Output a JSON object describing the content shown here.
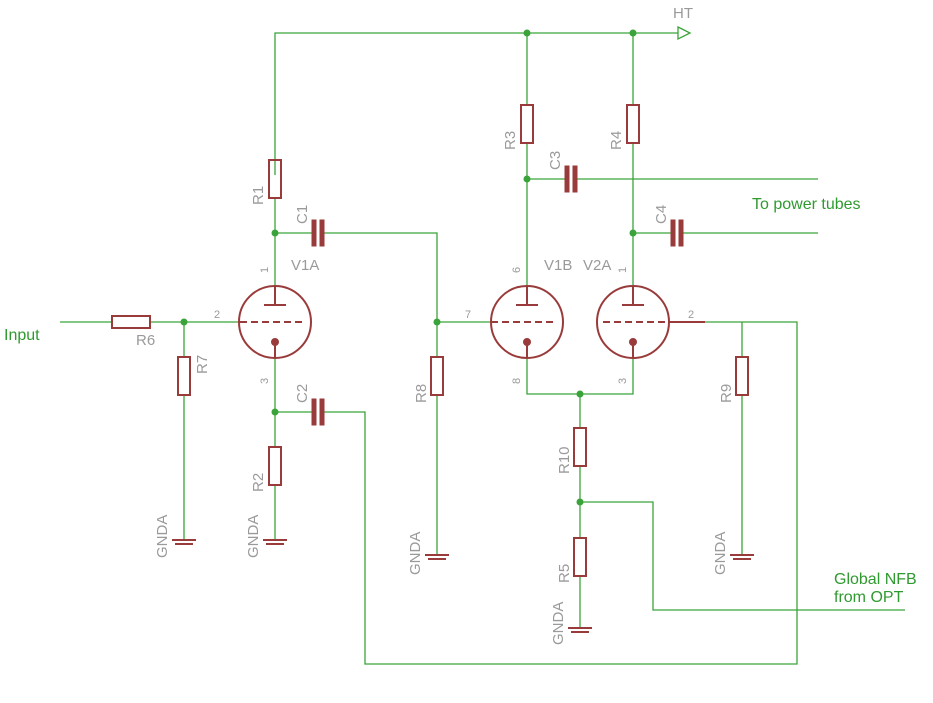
{
  "labels": {
    "ht": "HT",
    "input": "Input",
    "to_power_tubes": "To power tubes",
    "global_nfb_line1": "Global NFB",
    "global_nfb_line2": "from OPT",
    "r1": "R1",
    "r2": "R2",
    "r3": "R3",
    "r4": "R4",
    "r5": "R5",
    "r6": "R6",
    "r7": "R7",
    "r8": "R8",
    "r9": "R9",
    "r10": "R10",
    "c1": "C1",
    "c2": "C2",
    "c3": "C3",
    "c4": "C4",
    "v1a": "V1A",
    "v1b": "V1B",
    "v2a": "V2A",
    "gnda": "GNDA"
  },
  "pins": {
    "v1a_plate": "1",
    "v1a_grid": "2",
    "v1a_cathode": "3",
    "v1b_plate": "6",
    "v1b_grid": "7",
    "v1b_cathode": "8",
    "v2a_plate": "1",
    "v2a_grid": "2",
    "v2a_cathode": "3"
  },
  "colors": {
    "wire": "#3aa33a",
    "component": "#9a3b3b",
    "label": "#9a9a9a",
    "net_label": "#2f9a2f"
  }
}
